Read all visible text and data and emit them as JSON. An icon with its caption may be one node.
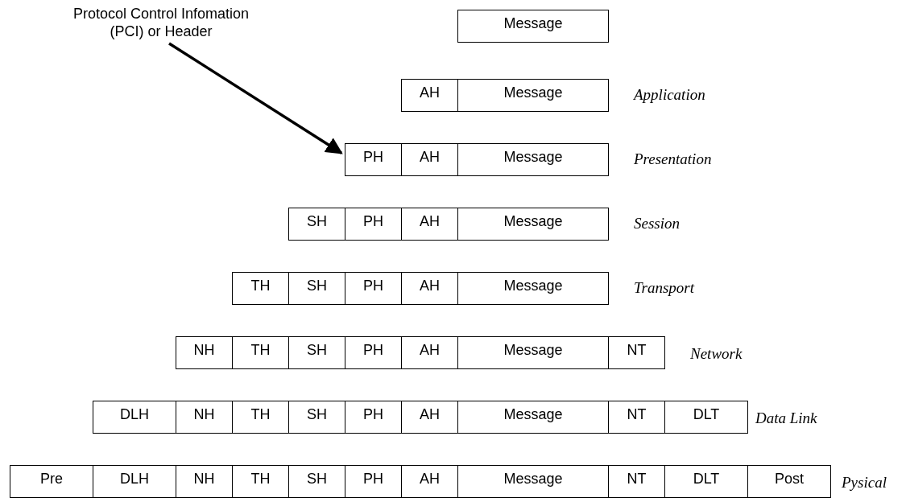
{
  "diagram": {
    "nodes": [
      {
        "text": [
          "Protocol Control Infomation (PCI) or Header"
        ]
      },
      {
        "text": [
          "Message"
        ]
      },
      {
        "text": [
          "AH"
        ]
      },
      {
        "text": [
          "Message"
        ]
      },
      {
        "text": [
          "PH"
        ]
      },
      {
        "text": [
          "AH"
        ]
      },
      {
        "text": [
          "Message"
        ]
      },
      {
        "text": [
          "SH"
        ]
      },
      {
        "text": [
          "PH"
        ]
      },
      {
        "text": [
          "AH"
        ]
      },
      {
        "text": [
          "Message"
        ]
      },
      {
        "text": [
          "TH"
        ]
      },
      {
        "text": [
          "SH"
        ]
      },
      {
        "text": [
          "PH"
        ]
      },
      {
        "text": [
          "AH"
        ]
      },
      {
        "text": [
          "Message"
        ]
      },
      {
        "text": [
          "NH"
        ]
      },
      {
        "text": [
          "TH"
        ]
      },
      {
        "text": [
          "SH"
        ]
      },
      {
        "text": [
          "PH"
        ]
      },
      {
        "text": [
          "AH"
        ]
      },
      {
        "text": [
          "Message"
        ]
      },
      {
        "text": [
          "NT"
        ]
      },
      {
        "text": [
          "DLH"
        ]
      },
      {
        "text": [
          "NH"
        ]
      },
      {
        "text": [
          "TH"
        ]
      },
      {
        "text": [
          "SH"
        ]
      },
      {
        "text": [
          "PH"
        ]
      },
      {
        "text": [
          "AH"
        ]
      },
      {
        "text": [
          "Message"
        ]
      },
      {
        "text": [
          "NT"
        ]
      },
      {
        "text": [
          "DLT"
        ]
      },
      {
        "text": [
          "Pre"
        ]
      },
      {
        "text": [
          "DLH"
        ]
      },
      {
        "text": [
          "NH"
        ]
      },
      {
        "text": [
          "TH"
        ]
      },
      {
        "text": [
          "SH"
        ]
      },
      {
        "text": [
          "PH"
        ]
      },
      {
        "text": [
          "AH"
        ]
      },
      {
        "text": [
          "Message"
        ]
      },
      {
        "text": [
          "NT"
        ]
      },
      {
        "text": [
          "DLT"
        ]
      },
      {
        "text": [
          "Post"
        ]
      }
    ],
    "edges": [
      {
        "from": 0,
        "to": 4,
        "arrow": "to"
      }
    ],
    "labels": [
      "Application",
      "Presentation",
      "Session",
      "Transport",
      "Network",
      "Data Link",
      "Pysical"
    ]
  }
}
